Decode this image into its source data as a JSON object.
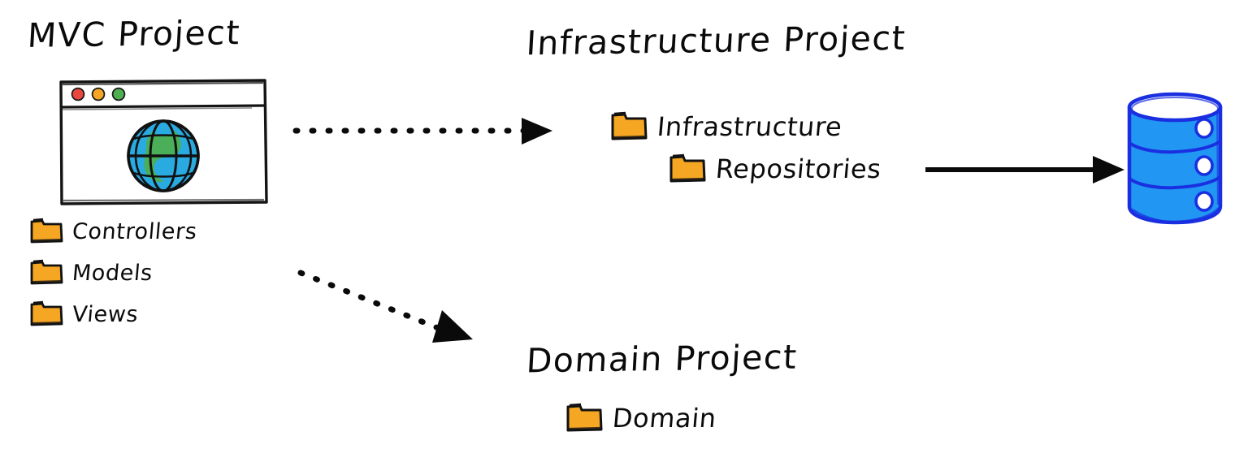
{
  "diagram": {
    "title": "Layered architecture: MVC, Infrastructure and Domain projects",
    "style": "hand-drawn sketch",
    "background_color": "#ffffff",
    "ink_color": "#0a0a0a",
    "folder_color": "#F5A623",
    "database_fill": "#2196F3",
    "database_stroke": "#1a2fe0",
    "globe_water": "#29ABE2",
    "globe_land": "#4CAF50"
  },
  "mvc_project": {
    "title": "MVC Project",
    "browser": {
      "traffic_lights": [
        {
          "name": "close-dot",
          "color": "#e8463f"
        },
        {
          "name": "minimize-dot",
          "color": "#f5a623"
        },
        {
          "name": "maximize-dot",
          "color": "#4caf50"
        }
      ],
      "content_icon": "globe-icon"
    },
    "folders": [
      {
        "label": "Controllers",
        "icon": "folder-icon"
      },
      {
        "label": "Models",
        "icon": "folder-icon"
      },
      {
        "label": "Views",
        "icon": "folder-icon"
      }
    ]
  },
  "infrastructure_project": {
    "title": "Infrastructure Project",
    "folders": [
      {
        "label": "Infrastructure",
        "icon": "folder-icon",
        "indent": 0
      },
      {
        "label": "Repositories",
        "icon": "folder-icon",
        "indent": 1
      }
    ]
  },
  "domain_project": {
    "title": "Domain Project",
    "folders": [
      {
        "label": "Domain",
        "icon": "folder-icon",
        "indent": 0
      }
    ]
  },
  "database": {
    "icon": "database-cylinder-icon",
    "disc_count": 3,
    "indicator_count": 3
  },
  "arrows": [
    {
      "name": "mvc-to-infrastructure-arrow",
      "style": "dotted",
      "from": "MVC Project",
      "to": "Infrastructure Project",
      "direction": "right"
    },
    {
      "name": "mvc-to-domain-arrow",
      "style": "dotted",
      "from": "MVC Project",
      "to": "Domain Project",
      "direction": "down-right"
    },
    {
      "name": "repositories-to-database-arrow",
      "style": "solid",
      "from": "Repositories",
      "to": "Database",
      "direction": "right"
    }
  ]
}
